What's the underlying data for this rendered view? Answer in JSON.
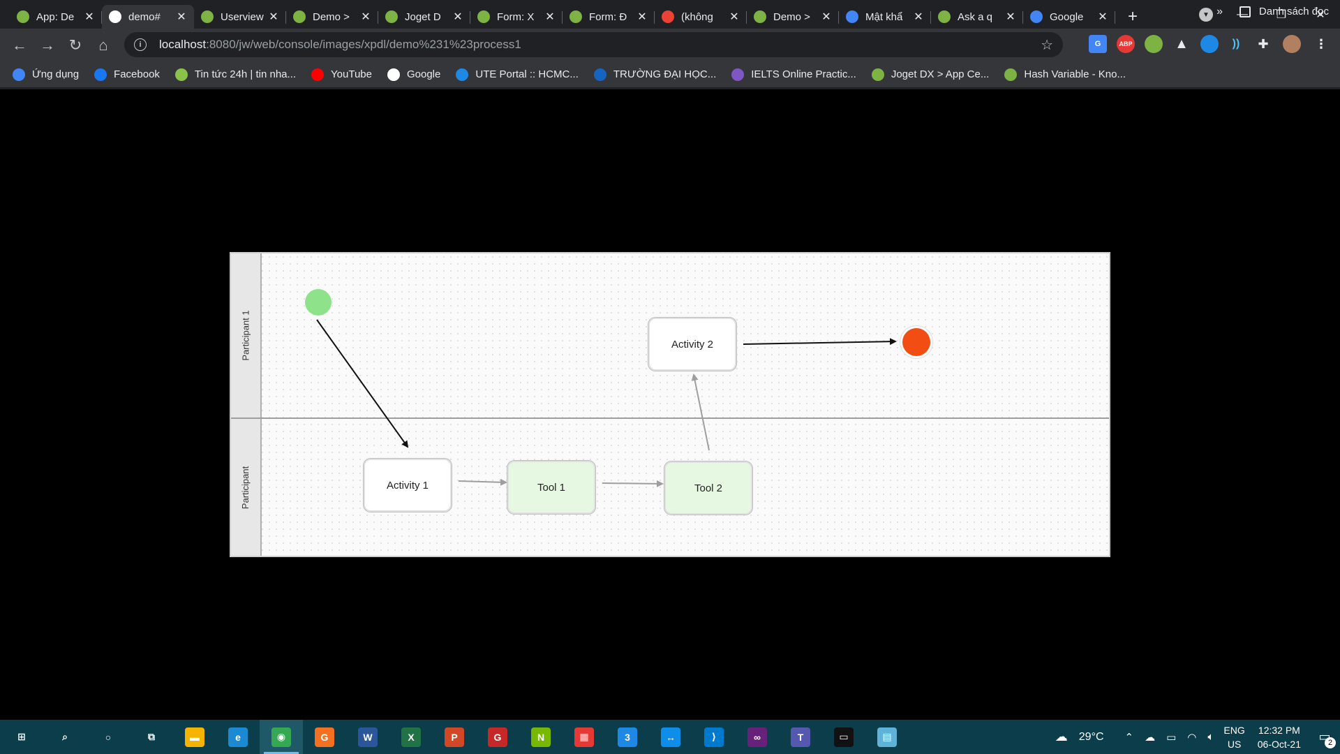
{
  "browser": {
    "tabs": [
      {
        "title": "App: De",
        "icon": "joget-icon",
        "color": "#7cb342",
        "active": false
      },
      {
        "title": "demo#",
        "icon": "image-icon",
        "color": "#ffffff",
        "active": true
      },
      {
        "title": "Userview",
        "icon": "joget-icon",
        "color": "#7cb342",
        "active": false
      },
      {
        "title": "Demo >",
        "icon": "joget-icon",
        "color": "#7cb342",
        "active": false
      },
      {
        "title": "Joget D",
        "icon": "joget-icon",
        "color": "#7cb342",
        "active": false
      },
      {
        "title": "Form: X",
        "icon": "joget-icon",
        "color": "#7cb342",
        "active": false
      },
      {
        "title": "Form: Đ",
        "icon": "joget-icon",
        "color": "#7cb342",
        "active": false
      },
      {
        "title": "(không",
        "icon": "gmail-icon",
        "color": "#ea4335",
        "active": false
      },
      {
        "title": "Demo >",
        "icon": "joget-icon",
        "color": "#7cb342",
        "active": false
      },
      {
        "title": "Mật khẩ",
        "icon": "google-icon",
        "color": "#4285f4",
        "active": false
      },
      {
        "title": "Ask a q",
        "icon": "joget-icon",
        "color": "#7cb342",
        "active": false
      },
      {
        "title": "Google",
        "icon": "google-translate-icon",
        "color": "#4285f4",
        "active": false
      }
    ],
    "tab_close": "✕",
    "new_tab": "+",
    "window_controls": {
      "minimize": "—",
      "restore": "❐",
      "close": "✕"
    },
    "url_host": "localhost",
    "url_path": ":8080/jw/web/console/images/xpdl/demo%231%23process1",
    "bookmarks": [
      {
        "label": "Ứng dụng",
        "icon": "apps-grid-icon",
        "color": "#4285f4"
      },
      {
        "label": "Facebook",
        "icon": "facebook-icon",
        "color": "#1877f2"
      },
      {
        "label": "Tin tức 24h | tin nha...",
        "icon": "news-icon",
        "color": "#8bc34a"
      },
      {
        "label": "YouTube",
        "icon": "youtube-icon",
        "color": "#ff0000"
      },
      {
        "label": "Google",
        "icon": "google-icon",
        "color": "#ffffff"
      },
      {
        "label": "UTE Portal :: HCMC...",
        "icon": "ute-icon",
        "color": "#1e88e5"
      },
      {
        "label": "TRƯỜNG ĐẠI HỌC...",
        "icon": "university-icon",
        "color": "#1565c0"
      },
      {
        "label": "IELTS Online Practic...",
        "icon": "ielts-icon",
        "color": "#7e57c2"
      },
      {
        "label": "Joget DX > App Ce...",
        "icon": "joget-icon",
        "color": "#7cb342"
      },
      {
        "label": "Hash Variable - Kno...",
        "icon": "joget-icon",
        "color": "#7cb342"
      }
    ],
    "bookmarks_more": "»",
    "reading_list": "Danh sách đọc"
  },
  "diagram": {
    "lanes": [
      {
        "label": "Participant 1"
      },
      {
        "label": "Participant"
      }
    ],
    "nodes": {
      "activity1": "Activity 1",
      "tool1": "Tool 1",
      "tool2": "Tool 2",
      "activity2": "Activity 2"
    },
    "colors": {
      "start": "#8ee38a",
      "end": "#f24d12",
      "tool_fill": "#e6f8e2",
      "edge_dark": "#111111",
      "edge_light": "#9e9e9e"
    }
  },
  "taskbar": {
    "apps": [
      {
        "name": "start",
        "icon": "windows-icon",
        "glyph": "⊞",
        "color": "#0b3d4a"
      },
      {
        "name": "search",
        "icon": "search-icon",
        "glyph": "⌕",
        "color": "#0b3d4a"
      },
      {
        "name": "cortana",
        "icon": "cortana-icon",
        "glyph": "○",
        "color": "#0b3d4a"
      },
      {
        "name": "task-view",
        "icon": "task-view-icon",
        "glyph": "⧉",
        "color": "#0b3d4a"
      },
      {
        "name": "file-explorer",
        "icon": "folder-icon",
        "glyph": "▬",
        "color": "#f4b400"
      },
      {
        "name": "edge",
        "icon": "edge-icon",
        "glyph": "e",
        "color": "#1b8ad3"
      },
      {
        "name": "chrome",
        "icon": "chrome-icon",
        "glyph": "◉",
        "color": "#34a853"
      },
      {
        "name": "foxit",
        "icon": "pdf-icon",
        "glyph": "G",
        "color": "#f37021"
      },
      {
        "name": "word",
        "icon": "word-icon",
        "glyph": "W",
        "color": "#2b579a"
      },
      {
        "name": "excel",
        "icon": "excel-icon",
        "glyph": "X",
        "color": "#217346"
      },
      {
        "name": "powerpoint",
        "icon": "powerpoint-icon",
        "glyph": "P",
        "color": "#d24726"
      },
      {
        "name": "garena",
        "icon": "garena-icon",
        "glyph": "G",
        "color": "#c62828"
      },
      {
        "name": "nvidia",
        "icon": "nvidia-icon",
        "glyph": "N",
        "color": "#76b900"
      },
      {
        "name": "app-tiles",
        "icon": "tiles-icon",
        "glyph": "▦",
        "color": "#e53935"
      },
      {
        "name": "calendar",
        "icon": "calendar-icon",
        "glyph": "3",
        "color": "#1e88e5"
      },
      {
        "name": "teamviewer",
        "icon": "teamviewer-icon",
        "glyph": "↔",
        "color": "#0e8ee9"
      },
      {
        "name": "vscode",
        "icon": "vscode-icon",
        "glyph": "⟩",
        "color": "#007acc"
      },
      {
        "name": "visual-studio",
        "icon": "visual-studio-icon",
        "glyph": "∞",
        "color": "#68217a"
      },
      {
        "name": "teams",
        "icon": "teams-icon",
        "glyph": "T",
        "color": "#5558af"
      },
      {
        "name": "terminal",
        "icon": "terminal-icon",
        "glyph": "▭",
        "color": "#111111"
      },
      {
        "name": "notepad",
        "icon": "notepad-icon",
        "glyph": "▤",
        "color": "#5fb3d9"
      }
    ],
    "weather": "29°C",
    "lang_top": "ENG",
    "lang_bottom": "US",
    "time": "12:32 PM",
    "date": "06-Oct-21",
    "notifications": "2"
  }
}
